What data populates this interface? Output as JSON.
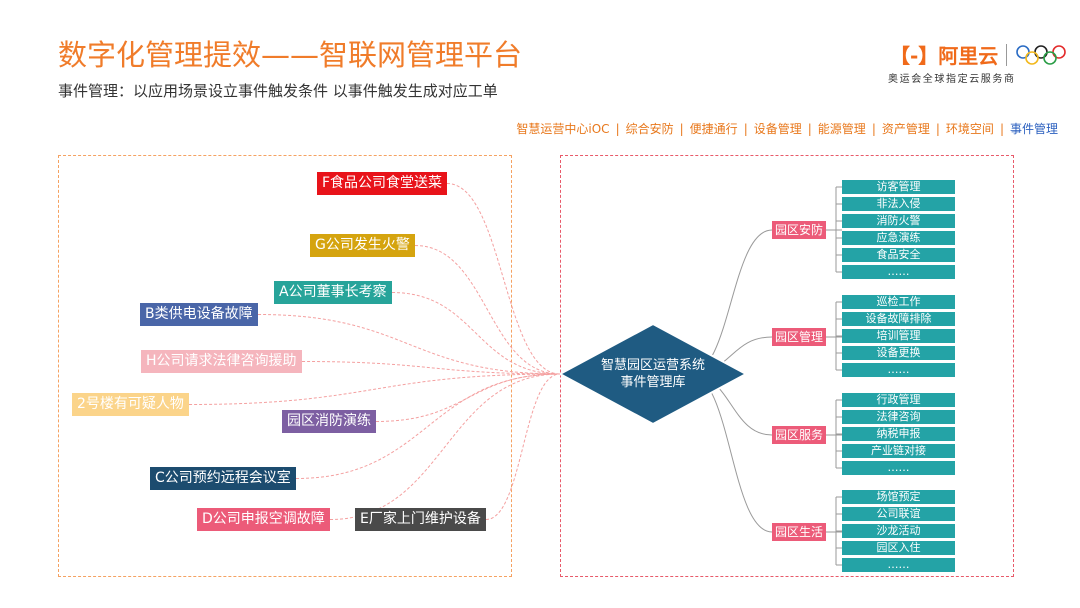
{
  "header": {
    "title": "数字化管理提效——智联网管理平台",
    "subtitle": "事件管理：以应用场景设立事件触发条件   以事件触发生成对应工单"
  },
  "logo": {
    "brand": "【-】阿里云",
    "tagline": "奥运会全球指定云服务商",
    "rings_icon": "olympic-rings-icon"
  },
  "nav": {
    "items": [
      "智慧运营中心iOC",
      "综合安防",
      "便捷通行",
      "设备管理",
      "能源管理",
      "资产管理",
      "环境空间",
      "事件管理"
    ],
    "active": "事件管理"
  },
  "colors": {
    "accent": "#f07c2a",
    "hub": "#1f5b82",
    "category": "#ec5b79",
    "leaf": "#24a3a6",
    "link_left": "#f4a0a0",
    "link_right": "#9a9a9a"
  },
  "hub": {
    "line1": "智慧园区运营系统",
    "line2": "事件管理库"
  },
  "events": [
    {
      "label": "F食品公司食堂送菜",
      "color": "#e8131a"
    },
    {
      "label": "G公司发生火警",
      "color": "#d5a40f"
    },
    {
      "label": "A公司董事长考察",
      "color": "#27a49a"
    },
    {
      "label": "B类供电设备故障",
      "color": "#4a66a8"
    },
    {
      "label": "H公司请求法律咨询援助",
      "color": "#f5b5bd"
    },
    {
      "label": "2号楼有可疑人物",
      "color": "#fbd48a"
    },
    {
      "label": "园区消防演练",
      "color": "#7d5fa2"
    },
    {
      "label": "C公司预约远程会议室",
      "color": "#1c4c6f"
    },
    {
      "label": "D公司申报空调故障",
      "color": "#ec5b79"
    },
    {
      "label": "E厂家上门维护设备",
      "color": "#4a4a4a"
    }
  ],
  "categories": [
    {
      "label": "园区安防",
      "items": [
        "访客管理",
        "非法入侵",
        "消防火警",
        "应急演练",
        "食品安全",
        "……"
      ]
    },
    {
      "label": "园区管理",
      "items": [
        "巡检工作",
        "设备故障排除",
        "培训管理",
        "设备更换",
        "……"
      ]
    },
    {
      "label": "园区服务",
      "items": [
        "行政管理",
        "法律咨询",
        "纳税申报",
        "产业链对接",
        "……"
      ]
    },
    {
      "label": "园区生活",
      "items": [
        "场馆预定",
        "公司联谊",
        "沙龙活动",
        "园区入住",
        "……"
      ]
    }
  ]
}
